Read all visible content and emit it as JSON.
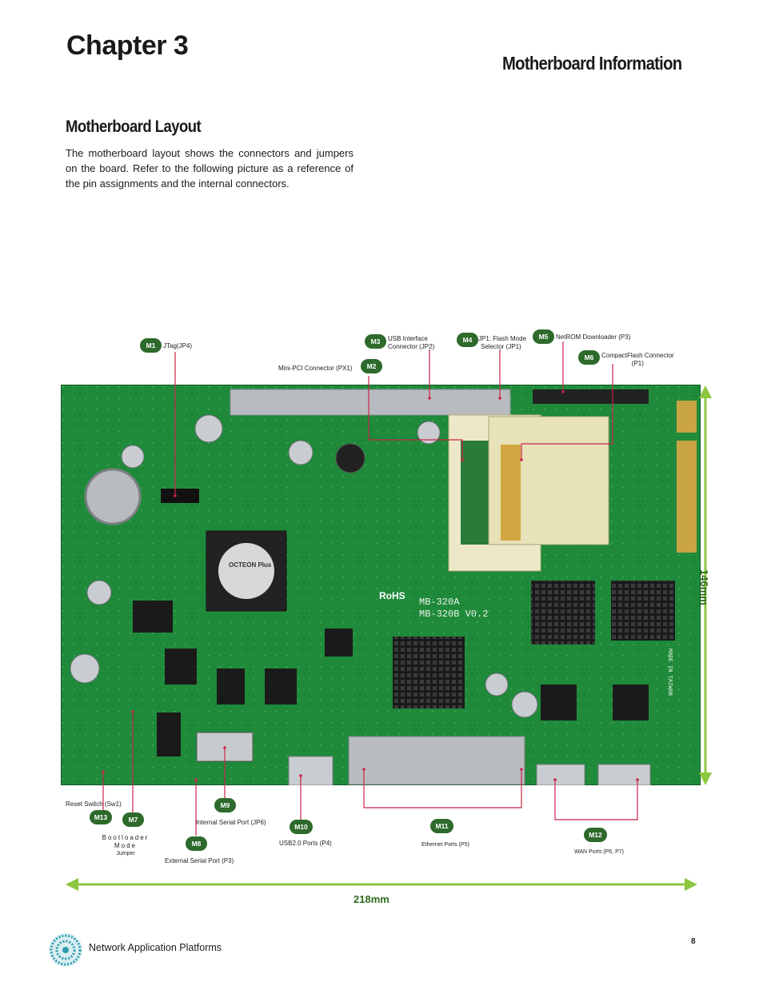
{
  "chapter": "Chapter 3",
  "section_title": "Motherboard Information",
  "subtitle": "Motherboard Layout",
  "intro": "The motherboard layout shows the connectors and jumpers on the board. Refer to the following picture as a reference of the pin assignments and the internal connectors.",
  "board": {
    "rohs": "RoHS",
    "model_1": "MB-320A",
    "model_2": "MB-320B V0.2",
    "chip": "OCTEON Plus",
    "made_in": "MADE IN TAIWAN"
  },
  "callouts": [
    {
      "id": "M1",
      "label": "JTag(JP4)"
    },
    {
      "id": "M2",
      "label": "Mini-PCI Connector (PX1)"
    },
    {
      "id": "M3",
      "label": "USB Interface Connector (JP2)"
    },
    {
      "id": "M4",
      "label": "JP1:  Flash Mode Selector (JP1)"
    },
    {
      "id": "M5",
      "label": "NetROM Downloader (P3)"
    },
    {
      "id": "M6",
      "label": "CompactFlash  Connector (P1)"
    },
    {
      "id": "M7",
      "label": "Bootloader  Mode Jumper"
    },
    {
      "id": "M8",
      "label": "External Serial Port (P3)"
    },
    {
      "id": "M9",
      "label": "Internal Serial Port (JP6)"
    },
    {
      "id": "M10",
      "label": "USB2.0 Ports (P4)"
    },
    {
      "id": "M11",
      "label": "Ethernet Ports (P5)"
    },
    {
      "id": "M12",
      "label": "WAN Ports (P6, P7)"
    },
    {
      "id": "M13",
      "label": "Reset Switch (Sw1)"
    }
  ],
  "labels_split": {
    "m3_line1": "USB Interface",
    "m3_line2": "Connector (JP2)",
    "m4_line1": "JP1:  Flash Mode",
    "m4_line2": "Selector (JP1)",
    "m6_line1": "CompactFlash  Connector",
    "m6_line2": "(P1)",
    "m7_line1": "Bootloader  Mode",
    "m7_line2": "Jumper"
  },
  "dimensions": {
    "width": "218mm",
    "height": "146mm"
  },
  "footer": {
    "text": "Network Application Platforms",
    "page": "8"
  },
  "colors": {
    "badge": "#2d6a2b",
    "pcb": "#1f8a3a",
    "arrow": "#8cc63f",
    "dim_text": "#2e6a1e",
    "leader": "#c8254a"
  }
}
